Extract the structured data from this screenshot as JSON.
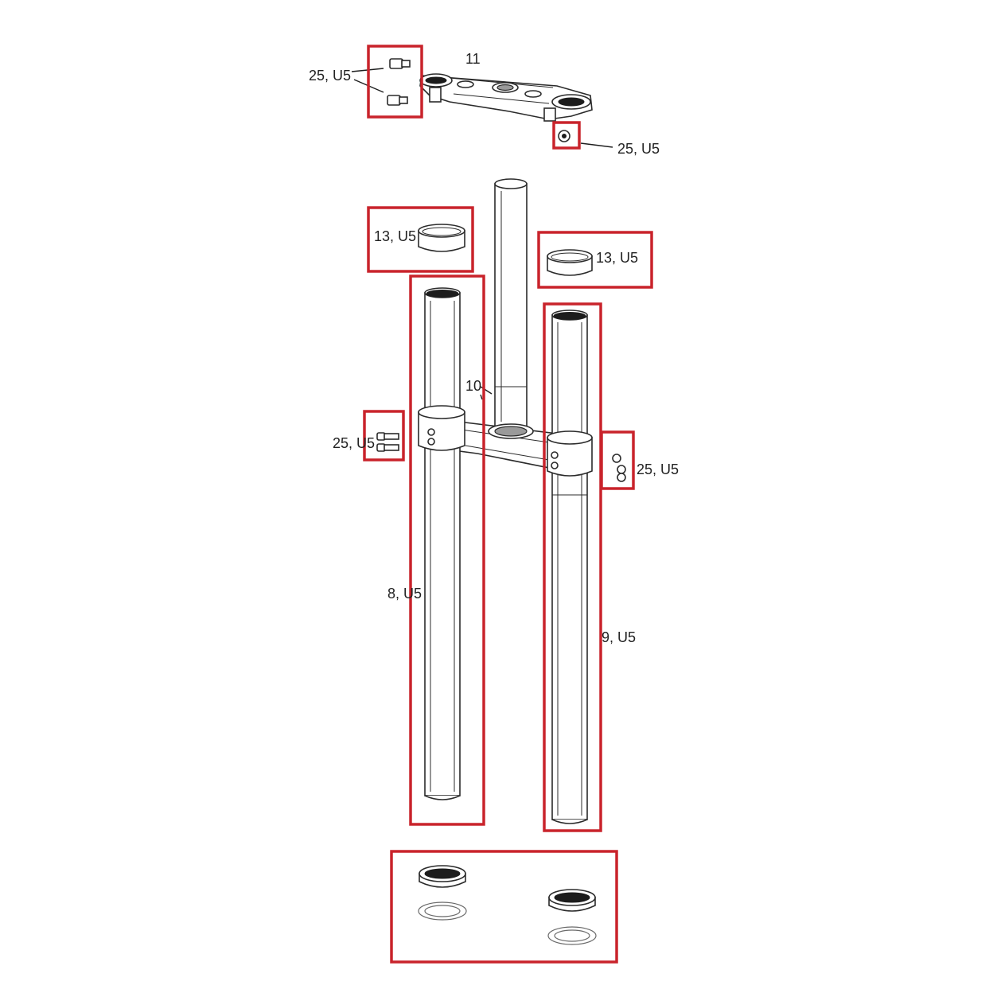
{
  "labels": {
    "top_clamp_bolts": "25, U5",
    "top_clamp": "11",
    "top_clamp_right_bolt": "25, U5",
    "left_cap": "13, U5",
    "right_cap": "13, U5",
    "lower_triple_clamp": "10",
    "left_clamp_bolts": "25, U5",
    "right_clamp_bolts": "25, U5",
    "left_fork_tube": "8, U5",
    "right_fork_tube": "9, U5"
  },
  "colors": {
    "highlight": "#c9232b",
    "line": "#2b2b2b",
    "background": "#ffffff"
  }
}
